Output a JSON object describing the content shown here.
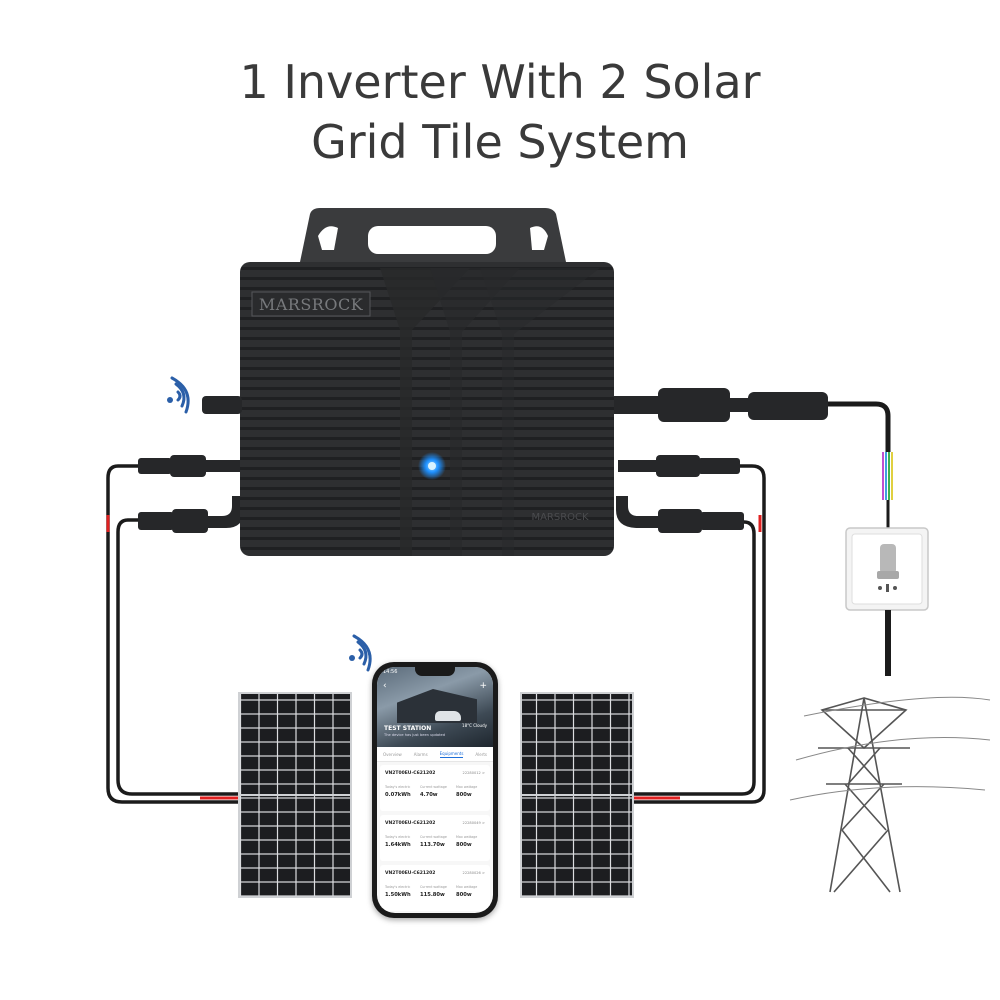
{
  "title": {
    "line1": "1 Inverter With 2 Solar",
    "line2": "Grid Tile System"
  },
  "inverter": {
    "brand": "MARSROCK",
    "watermark": "MARSROCK",
    "led_color": "#1e90ff",
    "body_color": "#2e2f31"
  },
  "icons": [
    "wifi-icon",
    "wifi-icon",
    "inverter-led-icon"
  ],
  "colors": {
    "cable": "#1b1b1b",
    "positive_wire": "#e02020",
    "wifi_blue": "#2b5fa8",
    "panel_cells": "#1c1d20"
  },
  "phone": {
    "time": "14:56",
    "station_name": "TEST STATION",
    "station_sub": "The device has just been updated",
    "weather": "18°C Cloudy",
    "tabs": [
      {
        "label": "Overview",
        "active": false
      },
      {
        "label": "Alarms",
        "active": false
      },
      {
        "label": "Equipments",
        "active": true
      },
      {
        "label": "Alerts",
        "active": false
      }
    ],
    "devices": [
      {
        "id": "VN2T00EU-C621202",
        "sn": "22280012 >",
        "label1": "Today's electric",
        "value1": "0.07kWh",
        "label2": "Current wattage",
        "value2": "4.70w",
        "label3": "Max wattage",
        "value3": "800w"
      },
      {
        "id": "VN2T00EU-C621202",
        "sn": "22280049 >",
        "label1": "Today's electric",
        "value1": "1.64kWh",
        "label2": "Current wattage",
        "value2": "113.70w",
        "label3": "Max wattage",
        "value3": "800w"
      },
      {
        "id": "VN2T00EU-C621202",
        "sn": "22280026 >",
        "label1": "Today's electric",
        "value1": "1.50kWh",
        "label2": "Current wattage",
        "value2": "115.80w",
        "label3": "Max wattage",
        "value3": "800w"
      }
    ]
  }
}
